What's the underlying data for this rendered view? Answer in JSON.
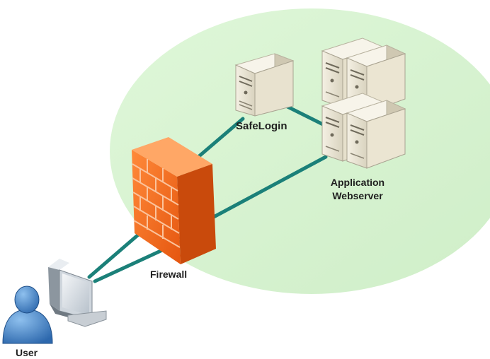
{
  "nodes": {
    "safelogin": {
      "label": "SafeLogin"
    },
    "app_webserver": {
      "label_line1": "Application",
      "label_line2": "Webserver"
    },
    "firewall": {
      "label": "Firewall"
    },
    "user": {
      "label": "User"
    }
  },
  "connections": [
    {
      "from": "user",
      "to": "firewall"
    },
    {
      "from": "firewall",
      "to": "safelogin"
    },
    {
      "from": "firewall",
      "to": "app_webserver"
    },
    {
      "from": "safelogin",
      "to": "app_webserver"
    }
  ],
  "colors": {
    "zone": "#d7f3d2",
    "link": "#1b8079",
    "firewall": "#f06a1e",
    "server": "#ece7d6",
    "user": "#3f7fc2"
  }
}
